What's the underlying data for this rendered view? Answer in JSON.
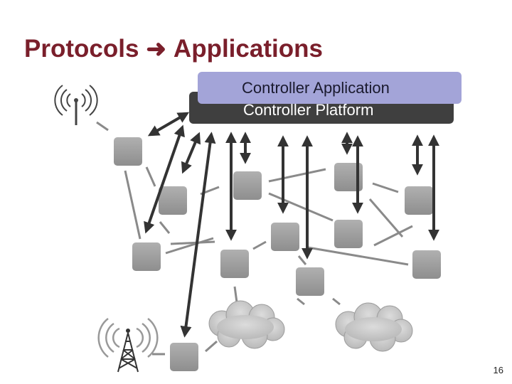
{
  "slide": {
    "title_left": "Protocols",
    "title_right": "Applications",
    "title_arrow_icon": "right-arrow-icon",
    "title_color": "#7a1f2b",
    "controller_application_label": "Controller Application",
    "controller_platform_label": "Controller Platform",
    "controller_application_color": "#a3a4d8",
    "controller_platform_color": "#3f3f3f",
    "page_number": "16"
  },
  "icons": {
    "wireless": "wireless-access-point-icon",
    "tower": "cell-tower-icon",
    "cloud": "cloud-icon",
    "switch": "switch-node-icon"
  },
  "colors": {
    "node": "#a0a0a0",
    "link": "#888888",
    "control_arrow": "#333333"
  }
}
